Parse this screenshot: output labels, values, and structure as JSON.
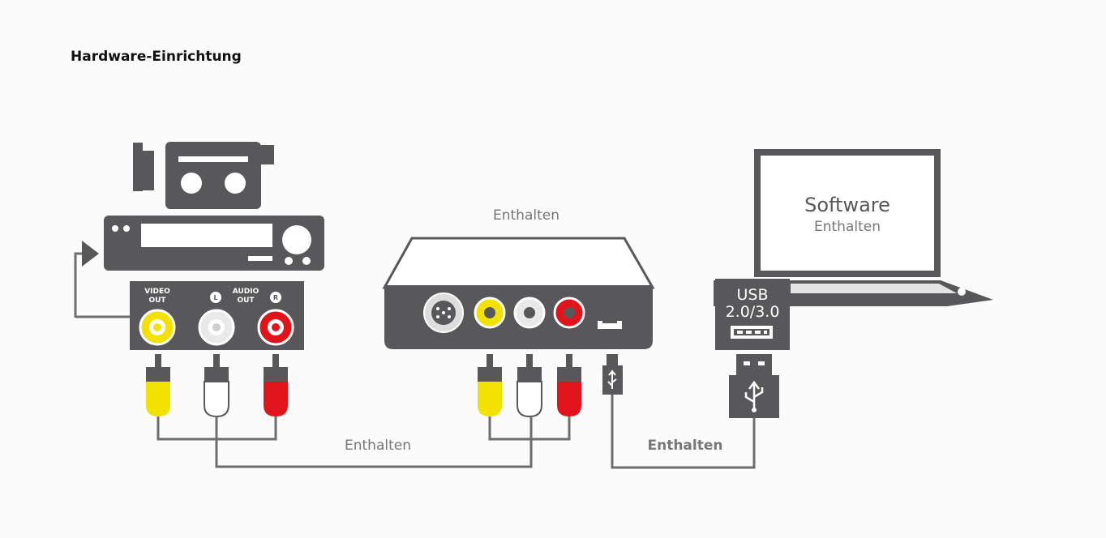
{
  "title": "Hardware-Einrichtung",
  "labels": {
    "video_out": [
      "VIDEO",
      "OUT"
    ],
    "audio_out": [
      "AUDIO",
      "OUT"
    ],
    "left_channel": "L",
    "right_channel": "R",
    "grabber_caption": "Enthalten",
    "rca_cable_caption": "Enthalten",
    "usb_cable_caption": "Enthalten",
    "laptop_software": "Software",
    "laptop_caption": "Enthalten",
    "usb_version": [
      "USB",
      "2.0/3.0"
    ]
  },
  "colors": {
    "device": "#58585a",
    "wire": "#6e6e6e",
    "yellow": "#f3e200",
    "white": "#ffffff",
    "red": "#e2141b",
    "caption": "#777777"
  }
}
